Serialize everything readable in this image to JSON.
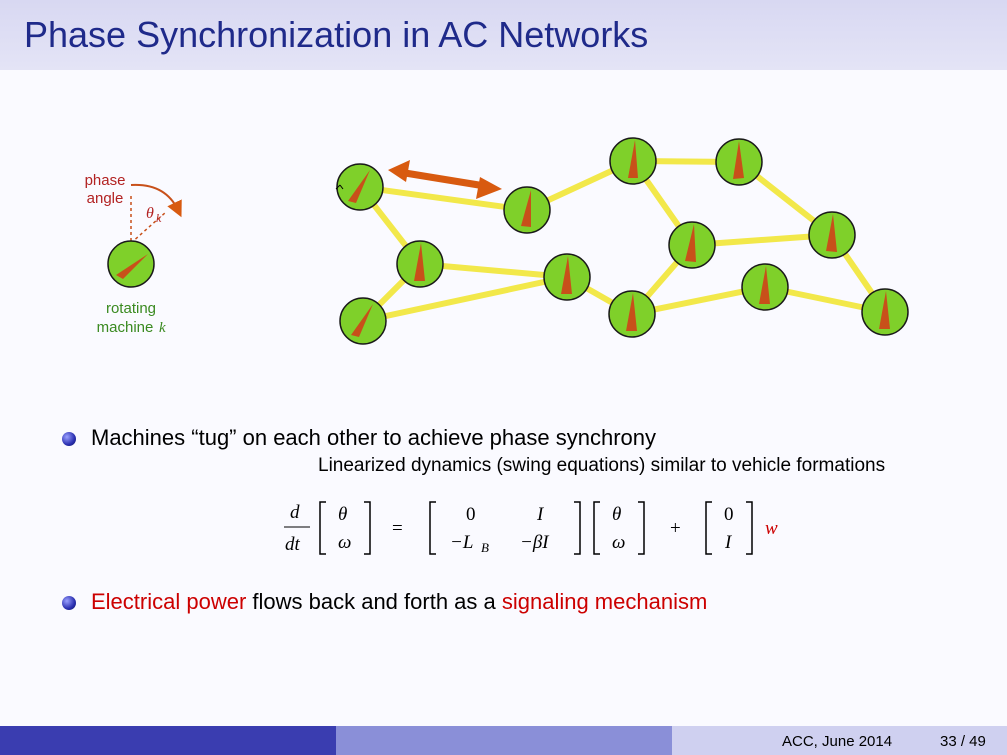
{
  "slide": {
    "title": "Phase Synchronization in AC Networks"
  },
  "inset": {
    "phase_label_line1": "phase",
    "phase_label_line2": "angle",
    "theta": "θ",
    "theta_sub": "k",
    "machine_label_line1": "rotating",
    "machine_label_line2": "machine ",
    "machine_label_k": "k"
  },
  "bullets": {
    "b1_text": "Machines “tug” on each other to achieve phase synchrony",
    "b1_sub": "Linearized dynamics (swing equations) similar to vehicle formations",
    "b2_part1": "Electrical power",
    "b2_part2": " flows back and forth as a ",
    "b2_part3": "signaling mechanism"
  },
  "equation": {
    "d": "d",
    "dt": "dt",
    "theta": "θ",
    "omega": "ω",
    "equals": "=",
    "zero": "0",
    "I": "I",
    "minus_LB": "−L",
    "B": "B",
    "minus_beta_I": "−βI",
    "plus": "+",
    "w": "w"
  },
  "footer": {
    "venue": "ACC, June 2014",
    "page": "33 / 49"
  },
  "colors": {
    "title": "#1f2a8a",
    "machine_green": "#7fd02a",
    "needle": "#c8501a",
    "arrow_orange": "#d85a10",
    "line_yellow": "#f2e84a",
    "emphasis_red": "#cc0000",
    "machine_label_green": "#3a8a20",
    "phase_label_red": "#b22222"
  },
  "icons": [
    "rotating-machine-icon",
    "double-arrow-icon"
  ]
}
